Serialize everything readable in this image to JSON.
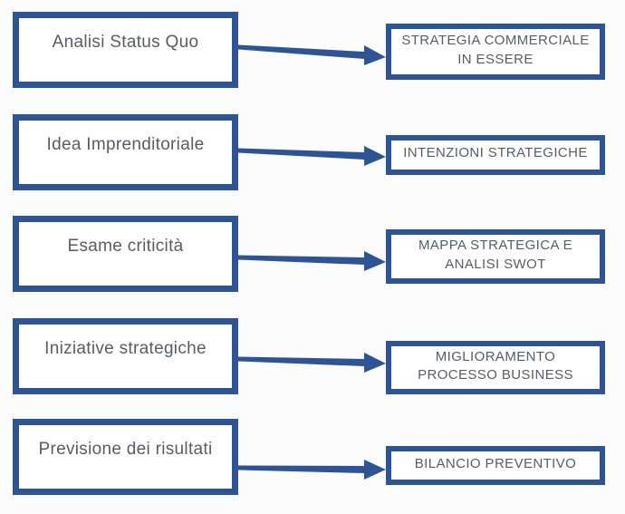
{
  "diagram": {
    "rows": [
      {
        "left": "Analisi Status Quo",
        "right_lines": [
          "STRATEGIA COMMERCIALE",
          "IN ESSERE"
        ]
      },
      {
        "left": "Idea Imprenditoriale",
        "right_lines": [
          "INTENZIONI STRATEGICHE"
        ]
      },
      {
        "left": "Esame criticità",
        "right_lines": [
          "MAPPA STRATEGICA E",
          "ANALISI SWOT"
        ]
      },
      {
        "left": "Iniziative strategiche",
        "right_lines": [
          "MIGLIORAMENTO",
          "PROCESSO BUSINESS"
        ]
      },
      {
        "left": "Previsione dei risultati",
        "right_lines": [
          "BILANCIO PREVENTIVO"
        ]
      }
    ],
    "colors": {
      "border": "#2F5496",
      "arrow": "#2F5496",
      "text": "#555E66",
      "background": "#FCFCFC"
    }
  }
}
